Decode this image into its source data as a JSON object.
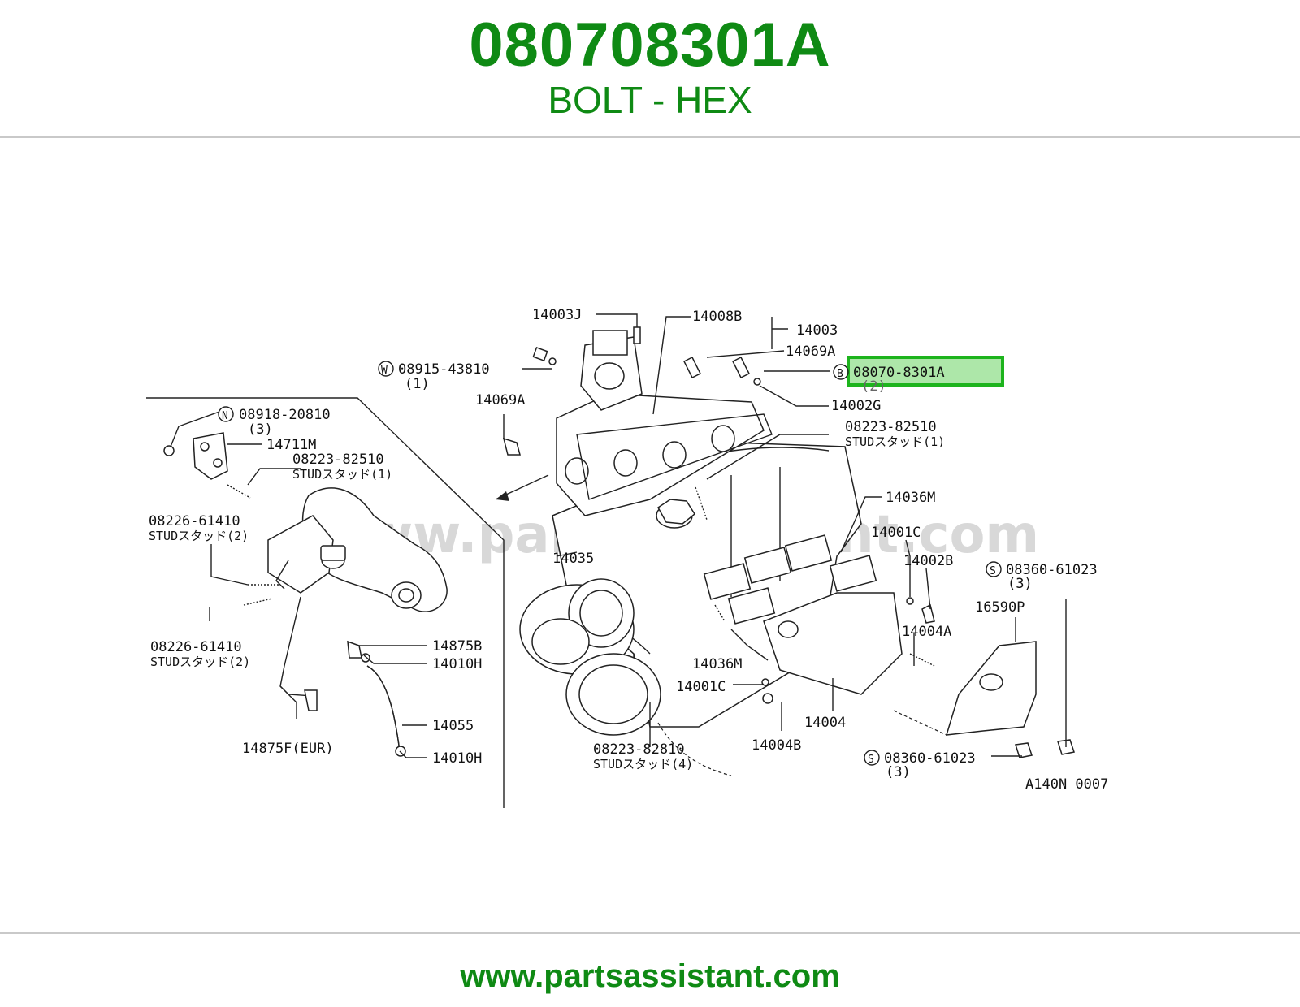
{
  "header": {
    "part_number": "080708301A",
    "description": "BOLT - HEX"
  },
  "footer": {
    "website": "www.partsassistant.com"
  },
  "diagram": {
    "watermark": "www.partsassistant.com",
    "highlight_color": "#1db41d",
    "callouts": {
      "c1": "14003J",
      "c2": "14008B",
      "c3": "14003",
      "c4": "14069A",
      "c5": "W",
      "c6": "08915-43810",
      "c7": "(1)",
      "c8": "B",
      "c9": "08070-8301A",
      "c10": "(2)",
      "c11": "14069A",
      "c12": "14002G",
      "c13": "N",
      "c14": "08918-20810",
      "c15": "(3)",
      "c16": "08223-82510",
      "c17": "STUDスタッド(1)",
      "c18": "14711M",
      "c19": "08223-82510",
      "c20": "STUDスタッド(1)",
      "c21": "14036M",
      "c22": "08226-61410",
      "c23": "STUDスタッド(2)",
      "c24": "14001C",
      "c25": "14035",
      "c26": "14002B",
      "c27": "S",
      "c28": "08360-61023",
      "c29": "(3)",
      "c30": "16590P",
      "c31": "08226-61410",
      "c32": "STUDスタッド(2)",
      "c33": "14004A",
      "c34": "14875B",
      "c35": "14010H",
      "c36": "14036M",
      "c37": "14001C",
      "c38": "14055",
      "c39": "14004",
      "c40": "14875F(EUR)",
      "c41": "14010H",
      "c42": "14004B",
      "c43": "08223-82810",
      "c44": "STUDスタッド(4)",
      "c45": "S",
      "c46": "08360-61023",
      "c47": "(3)",
      "c48": "A140N 0007"
    }
  }
}
